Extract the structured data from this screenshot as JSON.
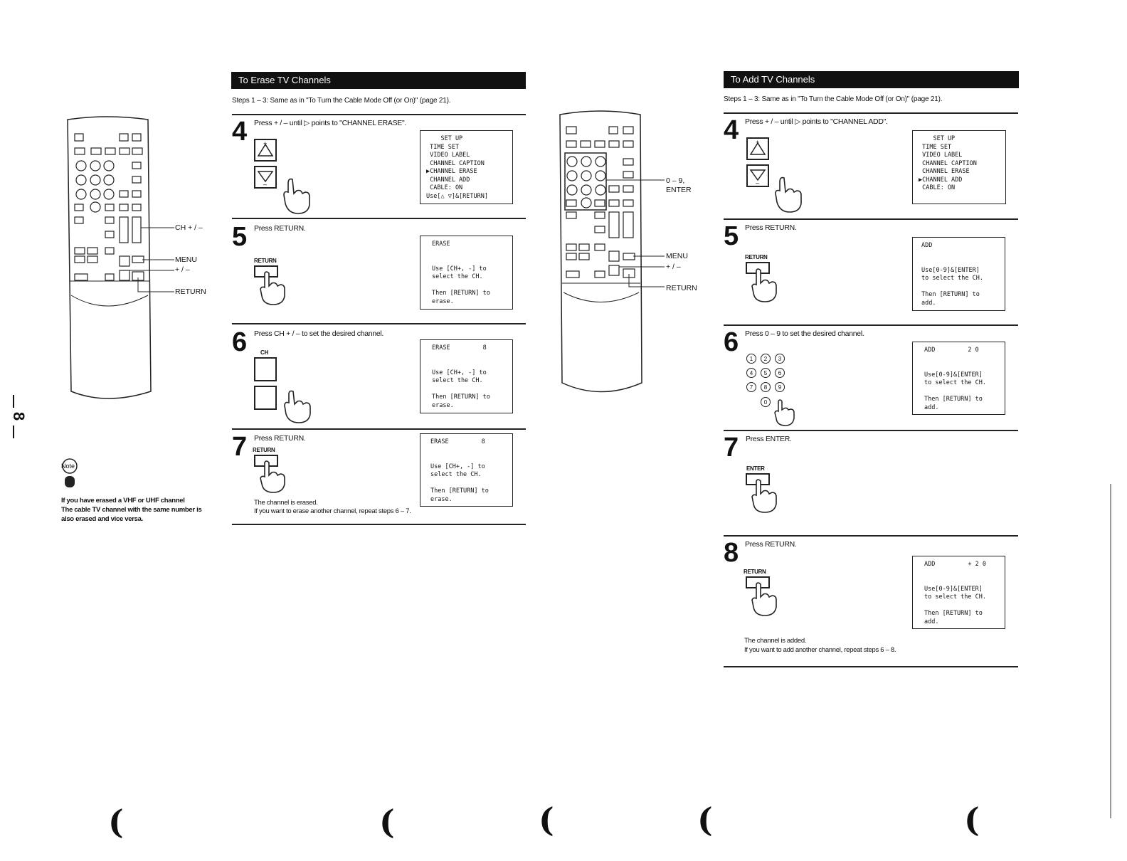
{
  "page_number": "8",
  "erase": {
    "title": "To Erase TV Channels",
    "intro": "Steps 1 – 3: Same as in \"To Turn the Cable Mode Off (or On)\" (page 21).",
    "step4": {
      "num": "4",
      "text": "Press + / – until ▷ points to \"CHANNEL ERASE\".",
      "screen": "    SET UP\n TIME SET\n VIDEO LABEL\n CHANNEL CAPTION\n▶CHANNEL ERASE\n CHANNEL ADD\n CABLE: ON\nUse[△ ▽]&[RETURN]"
    },
    "step5": {
      "num": "5",
      "text": "Press RETURN.",
      "button_label": "RETURN",
      "screen": "ERASE\n\n\nUse [CH+, -] to\nselect the CH.\n\nThen [RETURN] to\nerase."
    },
    "step6": {
      "num": "6",
      "text": "Press CH + / –  to set the desired channel.",
      "button_label": "CH",
      "screen": "ERASE         8\n\n\nUse [CH+, -] to\nselect the CH.\n\nThen [RETURN] to\nerase."
    },
    "step7": {
      "num": "7",
      "text": "Press RETURN.",
      "button_label": "RETURN",
      "screen": "ERASE         8\n\n\nUse [CH+, -] to\nselect the CH.\n\nThen [RETURN] to\nerase.",
      "note1": "The channel is erased.",
      "note2": "If you want to erase another channel, repeat steps 6 – 7."
    }
  },
  "add": {
    "title": "To Add TV Channels",
    "intro": "Steps 1 – 3: Same as in \"To Turn the Cable Mode Off (or On)\" (page 21).",
    "step4": {
      "num": "4",
      "text": "Press + / – until ▷ points to \"CHANNEL ADD\".",
      "screen": "    SET UP\n TIME SET\n VIDEO LABEL\n CHANNEL CAPTION\n CHANNEL ERASE\n▶CHANNEL ADD\n CABLE: ON"
    },
    "step5": {
      "num": "5",
      "text": "Press RETURN.",
      "button_label": "RETURN",
      "screen": "ADD\n\n\nUse[0-9]&[ENTER]\nto select the CH.\n\nThen [RETURN] to\nadd."
    },
    "step6": {
      "num": "6",
      "text": "Press 0 – 9 to set the desired channel.",
      "keys": [
        "1",
        "2",
        "3",
        "4",
        "5",
        "6",
        "7",
        "8",
        "9",
        "0"
      ],
      "screen": "ADD         2 0\n\n\nUse[0-9]&[ENTER]\nto select the CH.\n\nThen [RETURN] to\nadd."
    },
    "step7": {
      "num": "7",
      "text": "Press ENTER.",
      "button_label": "ENTER"
    },
    "step8": {
      "num": "8",
      "text": "Press RETURN.",
      "button_label": "RETURN",
      "screen": "ADD         + 2 0\n\n\nUse[0-9]&[ENTER]\nto select the CH.\n\nThen [RETURN] to\nadd.",
      "note1": "The channel is added.",
      "note2": "If you want to add another channel, repeat steps 6 – 8."
    }
  },
  "remote_left": {
    "callouts": [
      "CH + / –",
      "MENU",
      "+ / –",
      "RETURN"
    ]
  },
  "remote_right": {
    "callouts": [
      "0 – 9,",
      "ENTER",
      "MENU",
      "+ / –",
      "RETURN"
    ]
  },
  "note": {
    "label": "Note",
    "line1": "If you have erased a VHF or UHF channel",
    "line2": "The cable TV channel with the same number is",
    "line3": "also erased and vice versa."
  }
}
